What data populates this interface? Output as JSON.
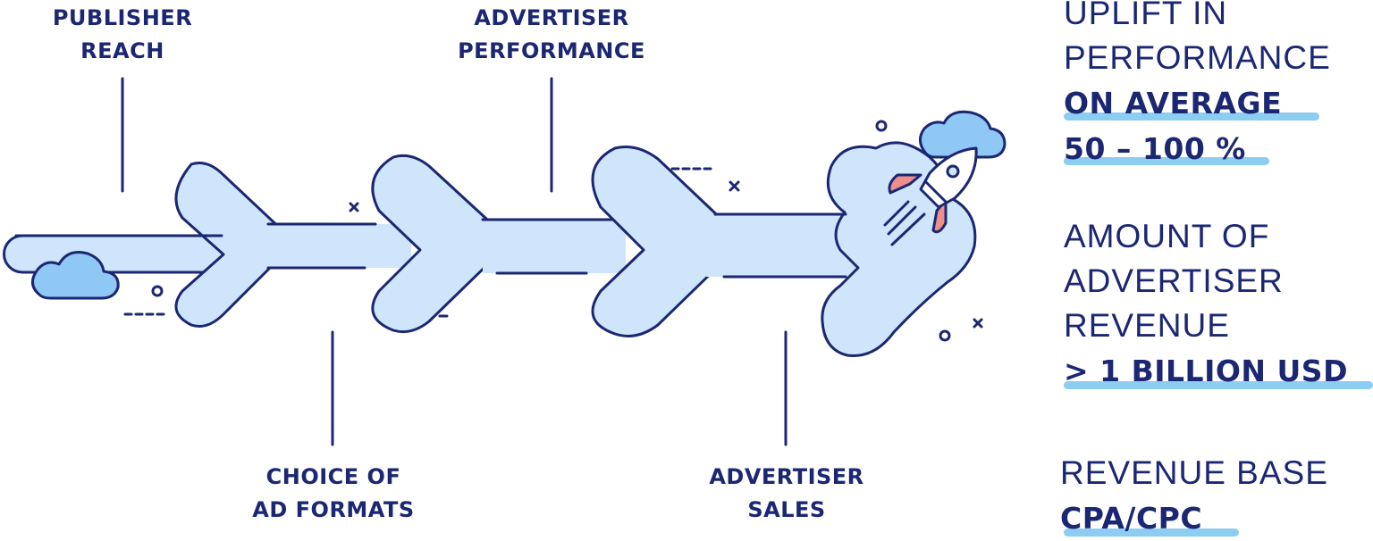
{
  "colors": {
    "ink": "#1b2772",
    "fill": "#cfe5fb",
    "cloud": "#8fc8f4",
    "highlight": "#8ecdf2",
    "rocket_fin": "#ef8f8c"
  },
  "labels": {
    "publisher_reach": [
      "PUBLISHER",
      "REACH"
    ],
    "advertiser_performance": [
      "ADVERTISER",
      "PERFORMANCE"
    ],
    "choice_of_ad_formats": [
      "CHOICE OF",
      "AD FORMATS"
    ],
    "advertiser_sales": [
      "ADVERTISER",
      "SALES"
    ]
  },
  "stats": [
    {
      "plain": [
        "UPLIFT IN",
        "PERFORMANCE"
      ],
      "highlight": [
        "ON AVERAGE",
        "50 – 100 %"
      ]
    },
    {
      "plain": [
        "AMOUNT OF",
        "ADVERTISER",
        "REVENUE"
      ],
      "highlight": [
        "> 1 BILLION USD"
      ]
    },
    {
      "plain": [
        "REVENUE BASE"
      ],
      "highlight": [
        "CPA/CPC"
      ]
    }
  ],
  "icons": [
    "cloud-icon",
    "rocket-icon",
    "sparkle-icon",
    "arrow-chain-icon"
  ]
}
